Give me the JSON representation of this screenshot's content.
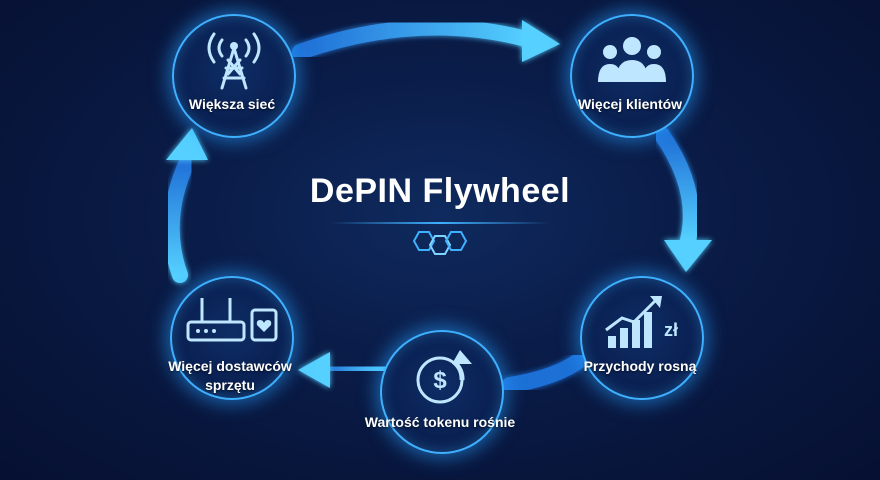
{
  "title": "DePIN Flywheel",
  "nodes": {
    "network": {
      "label": "Większa sieć",
      "icon": "radio-tower-icon"
    },
    "clients": {
      "label": "Więcej klientów",
      "icon": "users-group-icon"
    },
    "revenue": {
      "label": "Przychody rosną",
      "icon": "growth-chart-zloty-icon"
    },
    "token": {
      "label": "Wartość tokenu rośnie",
      "icon": "dollar-coin-up-icon"
    },
    "hardware": {
      "label_line1": "Więcej dostawców",
      "label_line2": "sprzętu",
      "icon": "router-device-icon"
    }
  },
  "revenue_currency_symbol": "zł",
  "token_symbol": "$",
  "colors": {
    "accent": "#3fb0ff",
    "background": "#071434",
    "text": "#ffffff"
  }
}
